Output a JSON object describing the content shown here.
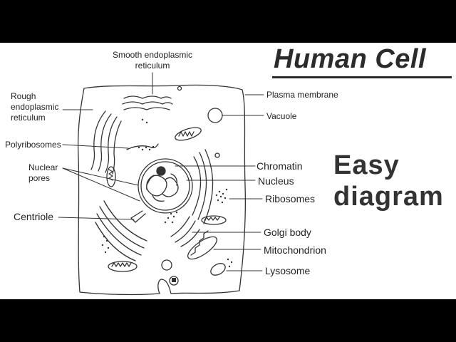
{
  "title": "Human Cell",
  "subtitle": [
    "Easy",
    "diagram"
  ],
  "labels": {
    "smooth_er": [
      "Smooth endoplasmic",
      "reticulum"
    ],
    "rough_er": [
      "Rough",
      "endoplasmic",
      "reticulum"
    ],
    "polyribosomes": "Polyribosomes",
    "nuclear_pores": [
      "Nuclear",
      "pores"
    ],
    "centriole": "Centriole",
    "plasma_membrane": "Plasma membrane",
    "vacuole": "Vacuole",
    "chromatin": "Chromatin",
    "nucleus": "Nucleus",
    "ribosomes": "Ribosomes",
    "golgi_body": "Golgi body",
    "mitochondrion": "Mitochondrion",
    "lysosome": "Lysosome"
  }
}
